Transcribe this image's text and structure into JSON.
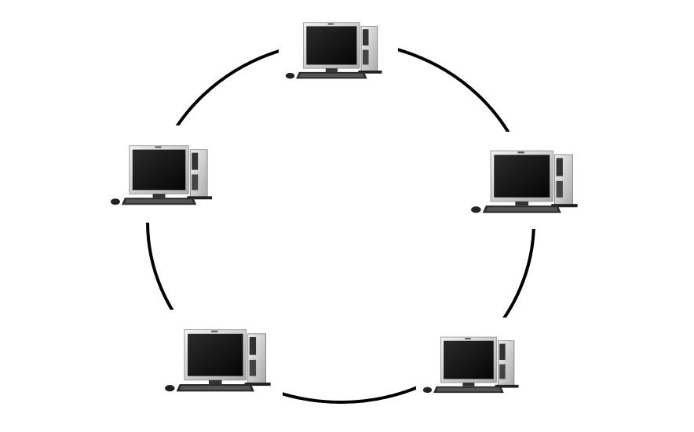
{
  "diagram": {
    "type": "ring-topology",
    "nodes": [
      {
        "id": "computer-top"
      },
      {
        "id": "computer-left"
      },
      {
        "id": "computer-right"
      },
      {
        "id": "computer-bottom-left"
      },
      {
        "id": "computer-bottom-right"
      }
    ],
    "colors": {
      "link": "#000000",
      "screen": "#111111",
      "bezel": "#d8d8d8"
    }
  }
}
